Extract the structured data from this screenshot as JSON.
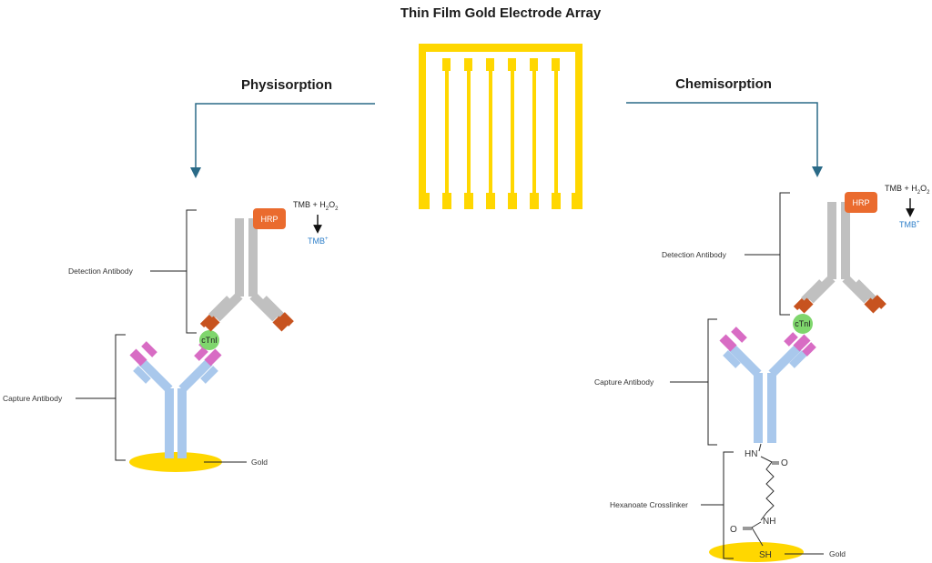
{
  "title": "Thin Film Gold Electrode Array",
  "left": {
    "heading": "Physisorption",
    "detection_label": "Detection Antibody",
    "capture_label": "Capture Antibody",
    "gold_label": "Gold",
    "hrp": "HRP",
    "ctni": "cTnI",
    "reaction_a": "TMB + H",
    "reaction_sub": "2",
    "reaction_b": "O",
    "reaction_sub2": "2",
    "product": "TMB",
    "product_sup": "+"
  },
  "right": {
    "heading": "Chemisorption",
    "detection_label": "Detection Antibody",
    "capture_label": "Capture Antibody",
    "crosslinker_label": "Hexanoate Crosslinker",
    "gold_label": "Gold",
    "hrp": "HRP",
    "ctni": "cTnI",
    "reaction_a": "TMB + H",
    "reaction_sub": "2",
    "reaction_b": "O",
    "reaction_sub2": "2",
    "product": "TMB",
    "product_sup": "+",
    "hn": "HN",
    "o1": "O",
    "nh": "NH",
    "o2": "O",
    "sh": "SH"
  },
  "colors": {
    "gold": "#ffd700",
    "antibody_blue": "#a9c8ec",
    "antibody_gray": "#c0c0c0",
    "pink": "#d86cc4",
    "rust": "#c7531f",
    "hrp": "#ea6b2e",
    "ctni": "#7fd66d",
    "arrow": "#2a6a87"
  }
}
